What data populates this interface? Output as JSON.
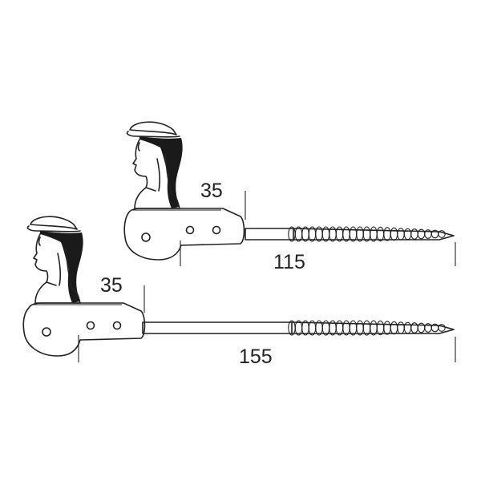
{
  "hinges": [
    {
      "id": "short",
      "height_label": "35",
      "length_label": "115"
    },
    {
      "id": "long",
      "height_label": "35",
      "length_label": "155"
    }
  ],
  "colors": {
    "ink": "#222222",
    "background": "#ffffff"
  }
}
